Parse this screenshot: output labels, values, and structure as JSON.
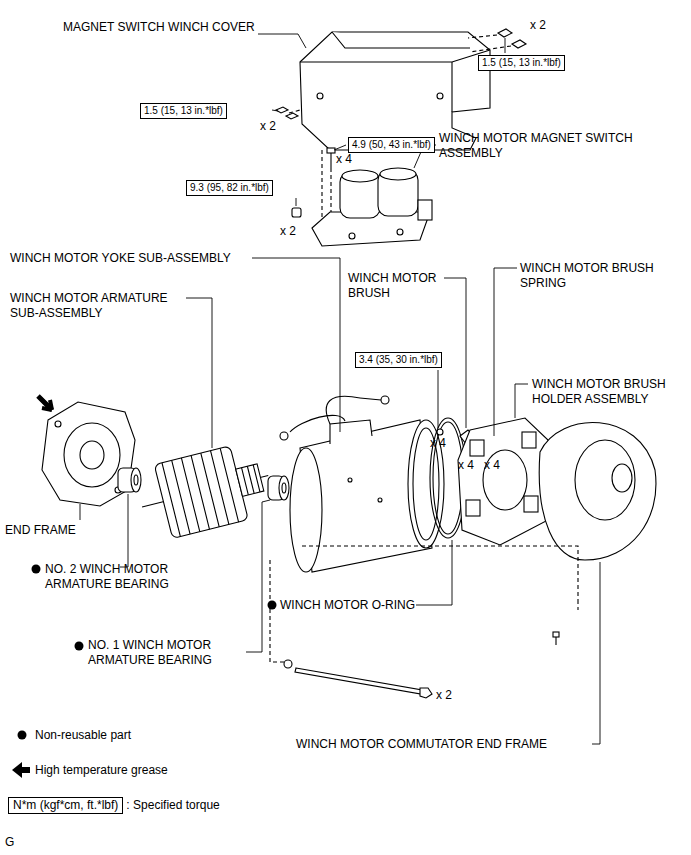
{
  "diagram": {
    "nodes": [
      {
        "text": [
          "1.5 (15, 13 in.*lbf)"
        ]
      },
      {
        "text": [
          "1.5 (15, 13 in.*lbf)"
        ]
      },
      {
        "text": [
          "4.9 (50, 43 in.*lbf)"
        ]
      },
      {
        "text": [
          "9.3 (95, 82 in.*lbf)"
        ]
      },
      {
        "text": [
          "3.4 (35, 30 in.*lbf)"
        ]
      }
    ],
    "labels": [
      "MAGNET SWITCH WINCH COVER",
      "x 2",
      "x 2",
      "x 4",
      "WINCH MOTOR MAGNET SWITCH ASSEMBLY",
      "x 2",
      "WINCH MOTOR YOKE SUB-ASSEMBLY",
      "WINCH MOTOR ARMATURE SUB-ASSEMBLY",
      "WINCH MOTOR BRUSH",
      "WINCH MOTOR BRUSH SPRING",
      "WINCH MOTOR BRUSH HOLDER ASSEMBLY",
      "x 4",
      "x 4",
      "x 4",
      "END FRAME",
      "NO. 2 WINCH MOTOR ARMATURE BEARING",
      "WINCH MOTOR O-RING",
      "NO. 1 WINCH MOTOR ARMATURE BEARING",
      "x 2",
      "WINCH MOTOR COMMUTATOR END FRAME",
      "N*m (kgf*cm, ft.*lbf)",
      "G"
    ],
    "legend": [
      {
        "text": "Non-reusable part"
      },
      {
        "text": "High temperature grease"
      },
      {
        "text": ": Specified torque"
      }
    ]
  }
}
